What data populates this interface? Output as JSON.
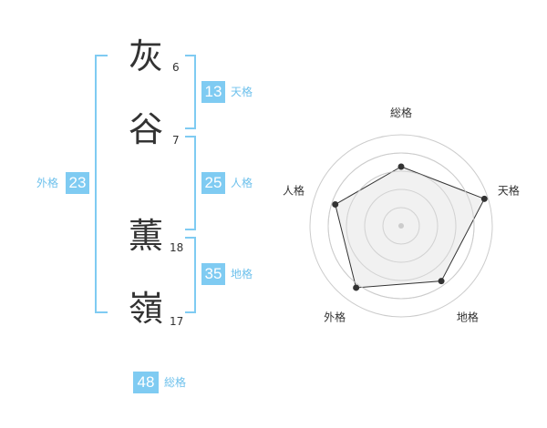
{
  "name": {
    "chars": [
      {
        "char": "灰",
        "strokes": "6"
      },
      {
        "char": "谷",
        "strokes": "7"
      },
      {
        "char": "薫",
        "strokes": "18"
      },
      {
        "char": "嶺",
        "strokes": "17"
      }
    ]
  },
  "kaku": {
    "tenkaku": {
      "value": "13",
      "label": "天格"
    },
    "jinkaku": {
      "value": "25",
      "label": "人格"
    },
    "chikaku": {
      "value": "35",
      "label": "地格"
    },
    "gaikaku": {
      "value": "23",
      "label": "外格"
    },
    "soukaku": {
      "value": "48",
      "label": "総格"
    }
  },
  "chart_data": {
    "type": "radar",
    "categories": [
      "総格",
      "天格",
      "地格",
      "外格",
      "人格"
    ],
    "values": [
      0.65,
      0.96,
      0.75,
      0.84,
      0.76
    ],
    "rmax": 1,
    "rings": 5,
    "colors": {
      "fill": "#eeeeee",
      "line": "#333333",
      "ring": "#cccccc"
    }
  }
}
